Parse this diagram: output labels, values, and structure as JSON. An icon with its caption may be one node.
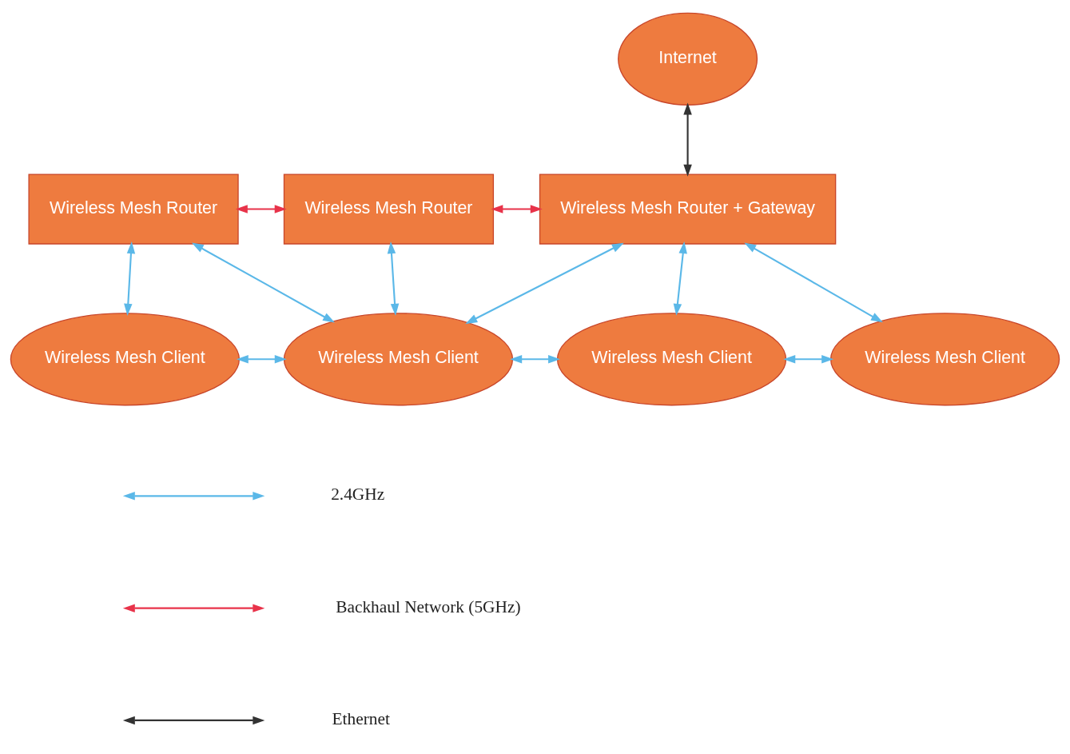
{
  "diagram": {
    "nodes": [
      {
        "text": [
          "Internet"
        ]
      },
      {
        "text": [
          "Wireless Mesh Router"
        ]
      },
      {
        "text": [
          "Wireless Mesh Router"
        ]
      },
      {
        "text": [
          "Wireless Mesh Router + Gateway"
        ]
      },
      {
        "text": [
          "Wireless Mesh Client"
        ]
      },
      {
        "text": [
          "Wireless Mesh Client"
        ]
      },
      {
        "text": [
          "Wireless Mesh Client"
        ]
      },
      {
        "text": [
          "Wireless Mesh Client"
        ]
      }
    ],
    "edges": [
      {
        "from": 3,
        "to": 0,
        "arrow": "both",
        "color": "#333333"
      },
      {
        "from": 1,
        "to": 2,
        "arrow": "both",
        "color": "#e8334a"
      },
      {
        "from": 2,
        "to": 3,
        "arrow": "both",
        "color": "#e8334a"
      },
      {
        "from": 1,
        "to": 4,
        "arrow": "both"
      },
      {
        "from": 1,
        "to": 5,
        "arrow": "both"
      },
      {
        "from": 2,
        "to": 5,
        "arrow": "both"
      },
      {
        "from": 3,
        "to": 5,
        "arrow": "both"
      },
      {
        "from": 3,
        "to": 6,
        "arrow": "both"
      },
      {
        "from": 3,
        "to": 7,
        "arrow": "both"
      },
      {
        "from": 4,
        "to": 5,
        "arrow": "both"
      },
      {
        "from": 5,
        "to": 6,
        "arrow": "both"
      },
      {
        "from": 6,
        "to": 7,
        "arrow": "both"
      }
    ],
    "legend": [
      {
        "text": "2.4GHz"
      },
      {
        "text": "Backhaul Network (5GHz)"
      },
      {
        "text": "Ethernet"
      }
    ]
  }
}
